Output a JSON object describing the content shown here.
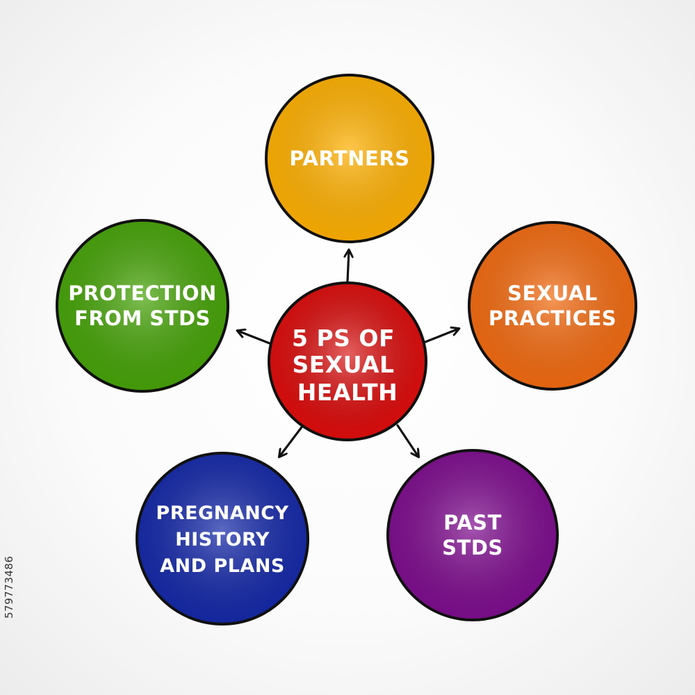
{
  "center": {
    "lines": [
      "5 PS OF",
      "SEXUAL",
      "HEALTH"
    ],
    "color": "#d90c0c"
  },
  "nodes": [
    {
      "id": "partners",
      "lines": [
        "PARTNERS"
      ],
      "color": "#ffb000"
    },
    {
      "id": "sexual-practices",
      "lines": [
        "SEXUAL",
        "PRACTICES"
      ],
      "color": "#f26a10"
    },
    {
      "id": "past-stds",
      "lines": [
        "PAST",
        "STDS"
      ],
      "color": "#7e0c8e"
    },
    {
      "id": "pregnancy",
      "lines": [
        "PREGNANCY",
        "HISTORY",
        "AND PLANS"
      ],
      "color": "#1428a8"
    },
    {
      "id": "protection",
      "lines": [
        "PROTECTION",
        "FROM STDS"
      ],
      "color": "#46a308"
    }
  ],
  "stock_id": "579773486"
}
